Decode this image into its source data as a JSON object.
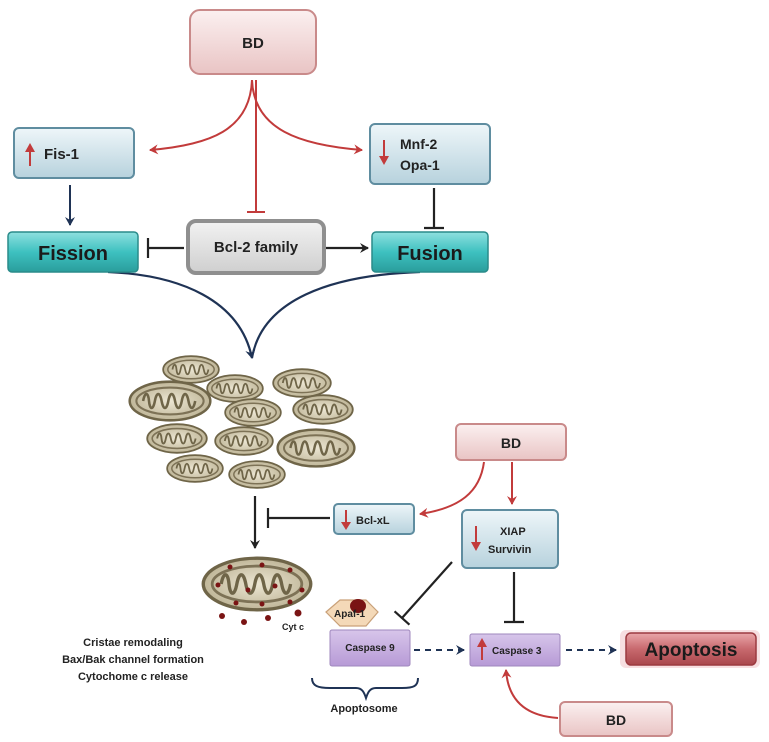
{
  "nodes": {
    "bd_top": "BD",
    "fis1": "Fis-1",
    "mnf2": "Mnf-2",
    "opa1": "Opa-1",
    "fission": "Fission",
    "bcl2_family": "Bcl-2 family",
    "fusion": "Fusion",
    "bd_mid": "BD",
    "bclxl": "Bcl-xL",
    "xiap": "XIAP",
    "survivin": "Survivin",
    "cytc": "Cyt c",
    "apaf1": "Apaf-1",
    "caspase9": "Caspase 9",
    "caspase3": "Caspase 3",
    "apoptosis": "Apoptosis",
    "bd_bottom": "BD",
    "apoptosome": "Apoptosome"
  },
  "notes": [
    "Cristae remodaling",
    "Bax/Bak channel formation",
    "Cytochome c release"
  ],
  "colors": {
    "bd_fill": "#f6e0e0",
    "bd_border": "#c98a8a",
    "reg_fill": "#dbeaf0",
    "reg_border": "#5f8da0",
    "teal_fill": "#3ec1c0",
    "bcl2_fill": "#e2e2e2",
    "caspase_fill": "#c3a9dd",
    "apoptosis_fill": "#c8696e",
    "red_arrow": "#c23b3b",
    "navy_arrow": "#1f3355",
    "mito_fill": "#d6ceb6",
    "mito_border": "#6f6548"
  },
  "icons": [
    "up-arrow-icon",
    "down-arrow-icon",
    "mitochondrion-icon",
    "brace-icon"
  ]
}
